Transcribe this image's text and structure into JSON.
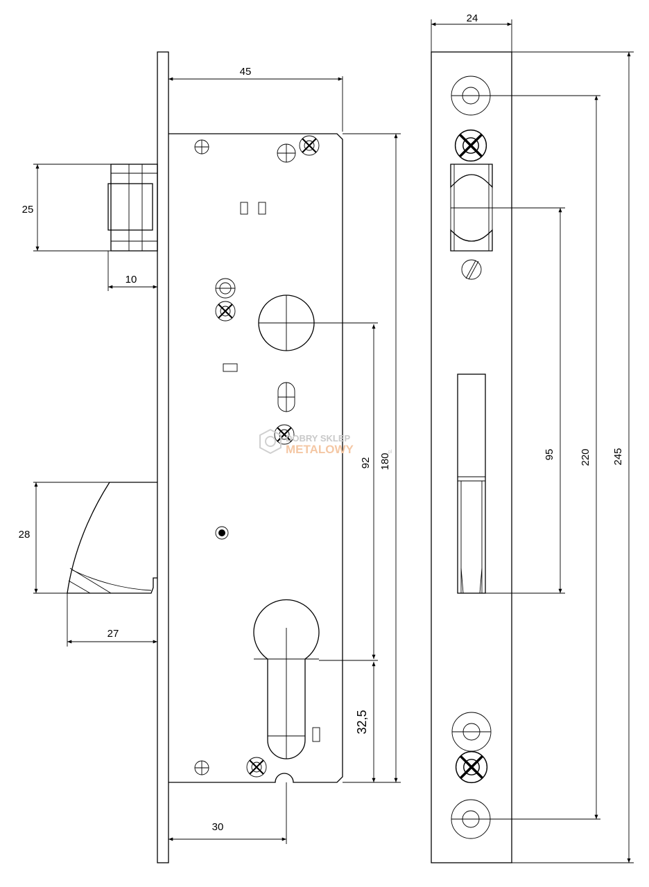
{
  "dimensions": {
    "faceplate_width": "24",
    "backset_width": "45",
    "latch_height": "25",
    "latch_projection": "10",
    "bolt_height": "28",
    "bolt_projection": "27",
    "handle_to_cylinder": "92",
    "case_height": "180",
    "cylinder_offset": "32,5",
    "backset": "30",
    "screw_spacing_95": "95",
    "screw_spacing_220": "220",
    "faceplate_length": "245"
  },
  "watermark": {
    "line1": "DOBRY SKLEP",
    "line2": "METALOWY",
    "suffix": ".pl"
  },
  "icons": {
    "screw": "phillips-screw-icon",
    "hole": "mounting-hole-icon"
  }
}
